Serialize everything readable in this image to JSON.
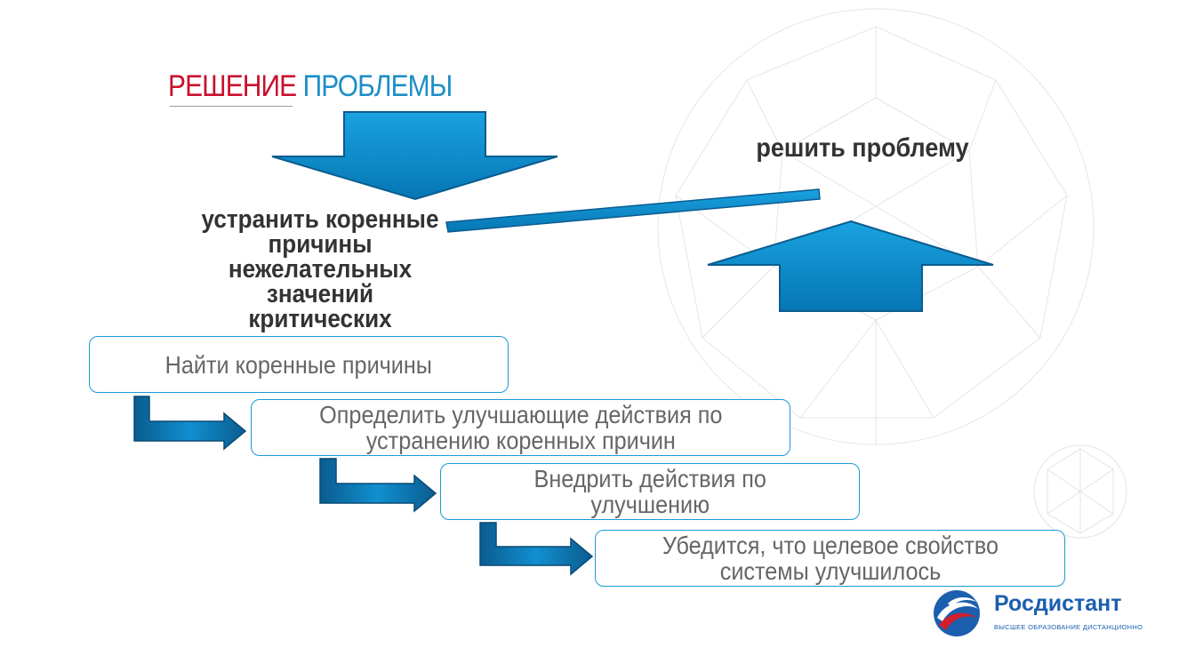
{
  "slide": {
    "title_part1": "РЕШЕНИЕ",
    "title_part2": "ПРОБЛЕМЫ"
  },
  "diagram": {
    "goal_label": "решить проблему",
    "root_label": "устранить коренные причины нежелательных значений критических параметров",
    "steps": [
      {
        "label_lines": [
          "Найти коренные причины"
        ]
      },
      {
        "label_lines": [
          "Определить улучшающие действия по",
          "устранению коренных причин"
        ]
      },
      {
        "label_lines": [
          "Внедрить действия по",
          "улучшению"
        ]
      },
      {
        "label_lines": [
          "Убедится, что целевое свойство",
          "системы улучшилось"
        ]
      }
    ]
  },
  "brand": {
    "name": "Росдистант",
    "tagline": "ВЫСШЕЕ ОБРАЗОВАНИЕ ДИСТАНЦИОННО"
  },
  "colors": {
    "title_red": "#c8102e",
    "title_blue": "#1c8fc7",
    "arrow_fill": "#0b86c6",
    "arrow_dark": "#0a5c8f",
    "box_border": "#1c9ad6",
    "brand_blue": "#1c5fae",
    "brand_red": "#d0202b"
  }
}
